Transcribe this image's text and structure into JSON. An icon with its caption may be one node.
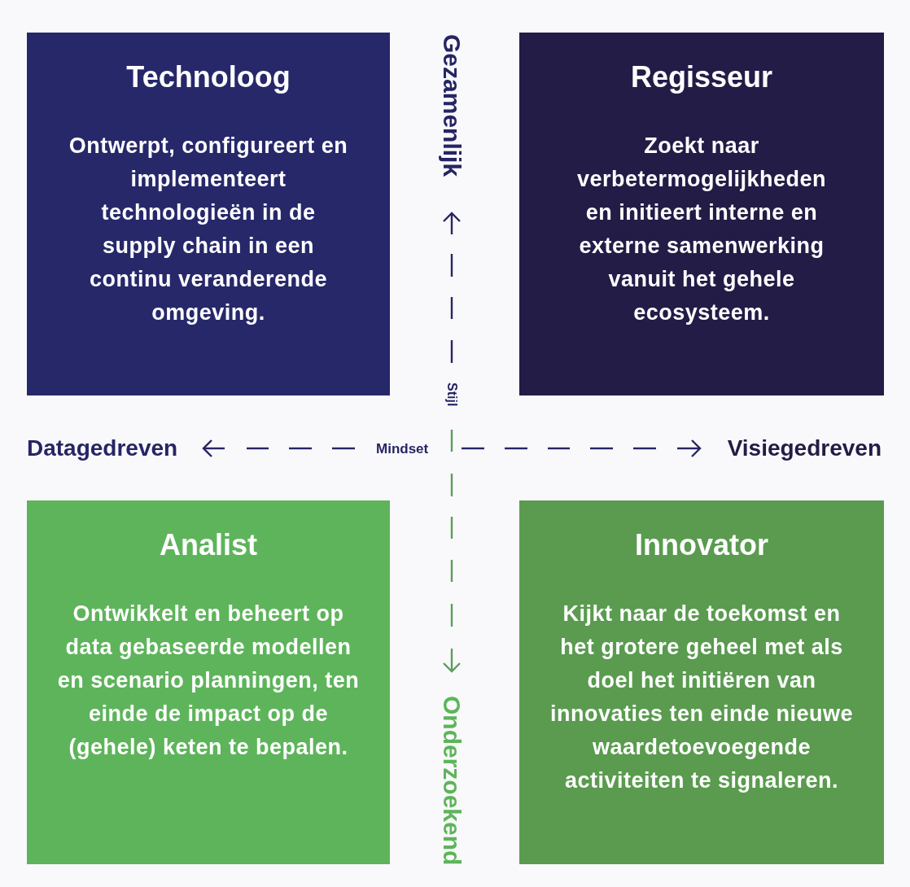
{
  "diagram": {
    "nodes": [
      {
        "text": [
          "Technoloog",
          "Ontwerpt, configureert en implementeert technologieën in de supply chain in een continu veranderende omgeving."
        ]
      },
      {
        "text": [
          "Regisseur",
          "Zoekt naar verbetermogelijkheden en initieert interne en externe samenwerking vanuit het gehele ecosysteem."
        ]
      },
      {
        "text": [
          "Analist",
          "Ontwikkelt en beheert op data gebaseerde modellen en scenario planningen, ten einde de impact op de (gehele) keten te bepalen."
        ]
      },
      {
        "text": [
          "Innovator",
          "Kijkt naar de toekomst en het grotere geheel met als doel het initiëren van innovaties ten einde nieuwe waardetoevoegende activiteiten te signaleren."
        ]
      }
    ],
    "labels": [
      "Gezamenlijk",
      "Stijl",
      "Datagedreven",
      "Mindset",
      "Visiegedreven",
      "Onderzoekend"
    ]
  }
}
